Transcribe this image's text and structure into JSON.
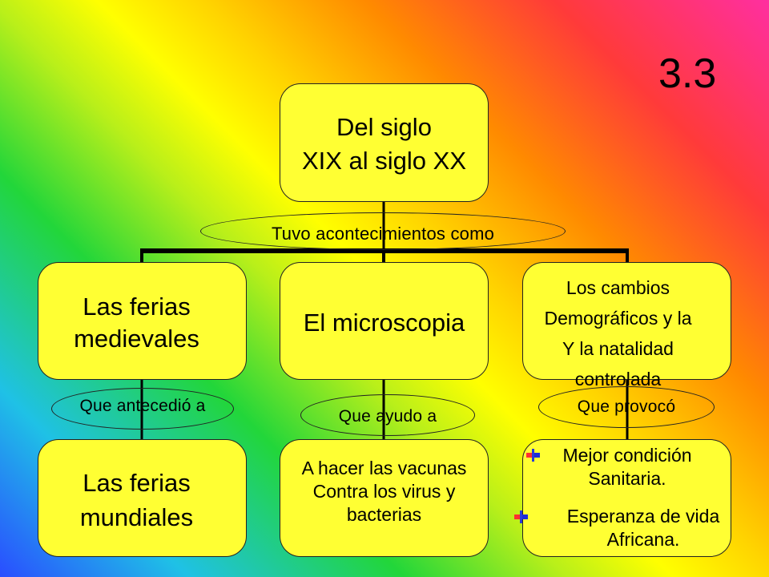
{
  "slide_number": "3.3",
  "root": {
    "text": "Del siglo\nXIX al siglo XX"
  },
  "root_link": "Tuvo acontecimientos como",
  "branches": [
    {
      "concept": "Las ferias\nmedievales",
      "link": "Que antecedió a",
      "result": "Las ferias\nmundiales"
    },
    {
      "concept": "El microscopia",
      "link": "Que ayudo a",
      "result": "A hacer las vacunas\nContra los virus y\nbacterias"
    },
    {
      "concept": "Los cambios\nDemográficos y la\nY la natalidad\ncontrolada",
      "link": "Que provocó",
      "result_items": [
        "Mejor condición\nSanitaria.",
        "Esperanza de vida\nAfricana."
      ]
    }
  ],
  "colors": {
    "node_fill": "#ffff33",
    "node_border": "#222222"
  },
  "icons": {
    "bullet": "flag-bullet-icon"
  }
}
